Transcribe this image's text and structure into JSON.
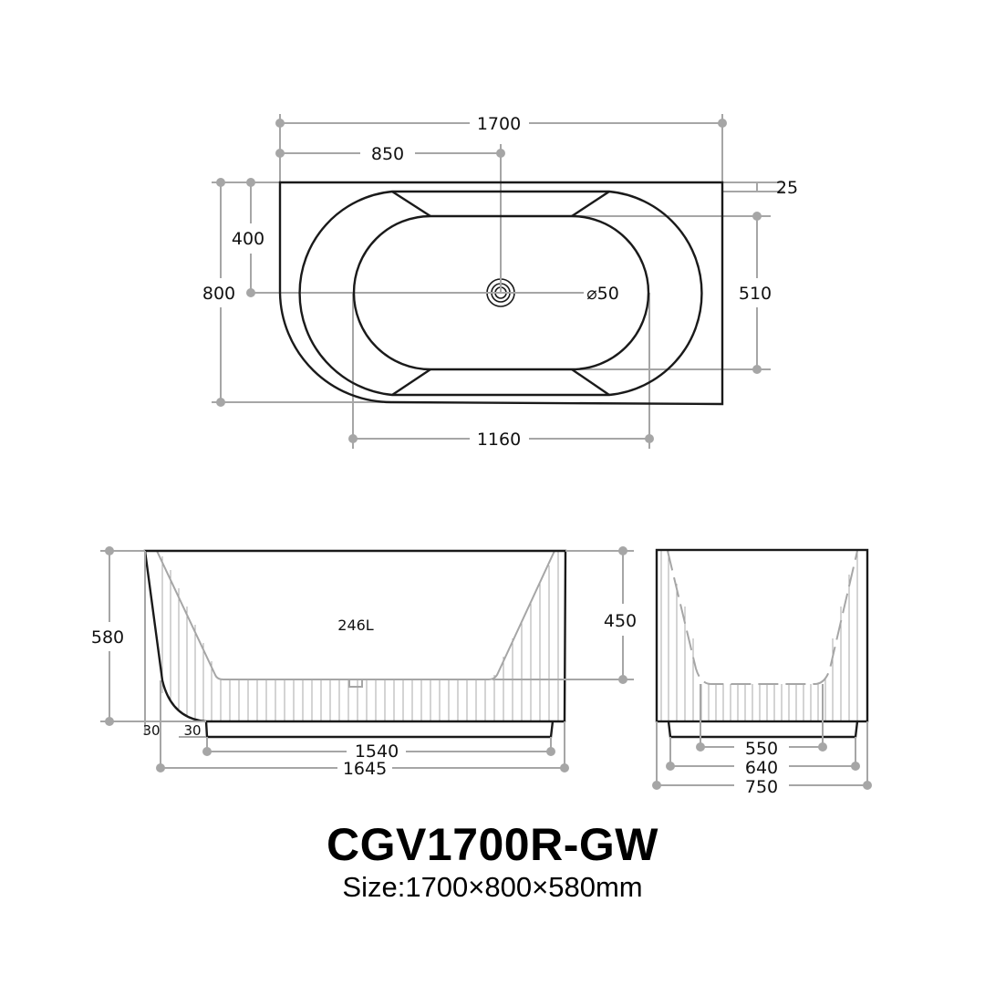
{
  "product": {
    "model": "CGV1700R-GW",
    "size_text": "Size:1700×800×580mm"
  },
  "top_view": {
    "overall_length": "1700",
    "center_offset": "850",
    "rim_offset": "25",
    "overall_width": "800",
    "half_width": "400",
    "basin_width": "510",
    "basin_length": "1160",
    "drain_diameter": "⌀50"
  },
  "front_view": {
    "height": "580",
    "inner_depth": "450",
    "capacity": "246L",
    "offset_left": "30",
    "offset_base": "30",
    "base_length": "1540",
    "overall_bottom_length": "1645"
  },
  "side_view": {
    "inner_bottom_width": "550",
    "base_width": "640",
    "overall_width": "750"
  },
  "colors": {
    "outline": "#1a1a1a",
    "dimension": "#a6a6a6",
    "background": "#ffffff"
  }
}
